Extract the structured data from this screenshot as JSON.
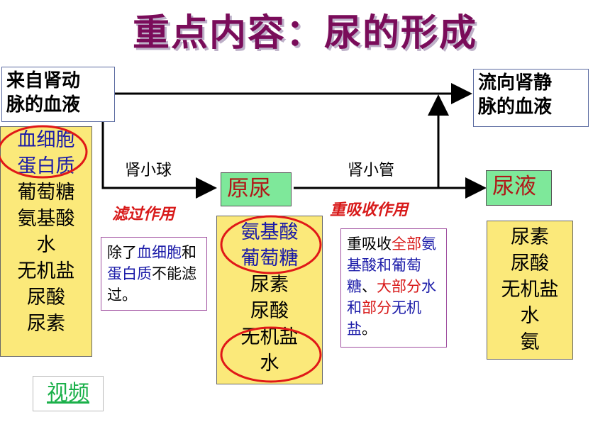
{
  "title": "重点内容：尿的形成",
  "source_box": {
    "line1": "来自肾动",
    "line2": "脉的血液"
  },
  "dest_box": {
    "line1": "流向肾静",
    "line2": "脉的血液"
  },
  "blood_components": {
    "items": [
      {
        "text": "血细胞",
        "color": "blue"
      },
      {
        "text": "蛋白质",
        "color": "blue"
      },
      {
        "text": "葡萄糖",
        "color": "black"
      },
      {
        "text": "氨基酸",
        "color": "black"
      },
      {
        "text": "水",
        "color": "black"
      },
      {
        "text": "无机盐",
        "color": "black"
      },
      {
        "text": "尿酸",
        "color": "black"
      },
      {
        "text": "尿素",
        "color": "black"
      }
    ]
  },
  "glomerulus_label": "肾小球",
  "filtration_label": "滤过作用",
  "filtration_note": {
    "p1": "除了",
    "p2": "血细胞",
    "p3": "和",
    "p4": "蛋白质",
    "p5": "不能滤过。"
  },
  "primary_urine": {
    "label": "原尿",
    "items": [
      {
        "text": "氨基酸",
        "color": "blue"
      },
      {
        "text": "葡萄糖",
        "color": "blue"
      },
      {
        "text": "尿素",
        "color": "black"
      },
      {
        "text": "尿酸",
        "color": "black"
      },
      {
        "text": "无机盐",
        "color": "black"
      },
      {
        "text": "水",
        "color": "black"
      }
    ]
  },
  "tubule_label": "肾小管",
  "reabsorption_label": "重吸收作用",
  "reabsorption_note": {
    "p1": "重吸收",
    "p2": "全部",
    "p3": "氨基酸和葡萄糖",
    "p4": "、",
    "p5": "大部分",
    "p6": "水和",
    "p7": "部分",
    "p8": "无机盐",
    "p9": "。"
  },
  "urine": {
    "label": "尿液",
    "items": [
      "尿素",
      "尿酸",
      "无机盐",
      "水",
      "氨"
    ]
  },
  "video_link": "视频",
  "colors": {
    "title": "#7a0c5a",
    "highlight_circle": "#e01818",
    "yellow_box": "#fbe97a",
    "green_box": "#7ee89a"
  }
}
